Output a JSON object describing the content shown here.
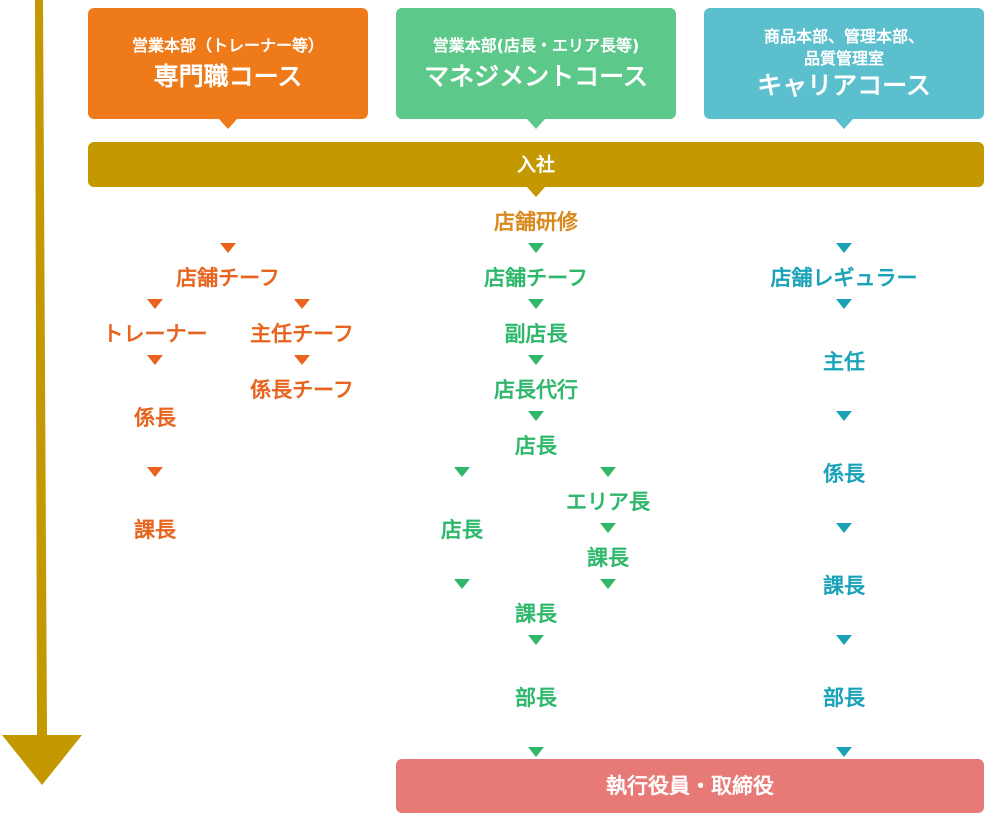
{
  "courses": {
    "specialist": {
      "sub": "営業本部（トレーナー等）",
      "title": "専門職コース",
      "color": "#ee7a1a"
    },
    "management": {
      "sub": "営業本部(店長・エリア長等)",
      "title": "マネジメントコース",
      "color": "#5cc98a"
    },
    "career": {
      "sub1": "商品本部、管理本部、",
      "sub2": "品質管理室",
      "title": "キャリアコース",
      "color": "#5bbfce"
    }
  },
  "entry": {
    "label": "入社",
    "color": "#c39800"
  },
  "specialist_steps": {
    "store_chief": "店舗チーフ",
    "trainer": "トレーナー",
    "lead_chief": "主任チーフ",
    "section_chief_chief": "係長チーフ",
    "section_chief": "係長",
    "manager": "課長"
  },
  "management_steps": {
    "training": "店舗研修",
    "store_chief": "店舗チーフ",
    "vice_manager": "副店長",
    "acting_manager": "店長代行",
    "store_manager": "店長",
    "area_manager": "エリア長",
    "store_manager_left": "店長",
    "manager_right": "課長",
    "manager": "課長",
    "general_manager": "部長"
  },
  "career_steps": {
    "regular": "店舗レギュラー",
    "lead": "主任",
    "section_chief": "係長",
    "manager": "課長",
    "general_manager": "部長"
  },
  "executive": {
    "label": "執行役員・取締役",
    "color": "#e77a77"
  },
  "arrow_color": "#c39800"
}
